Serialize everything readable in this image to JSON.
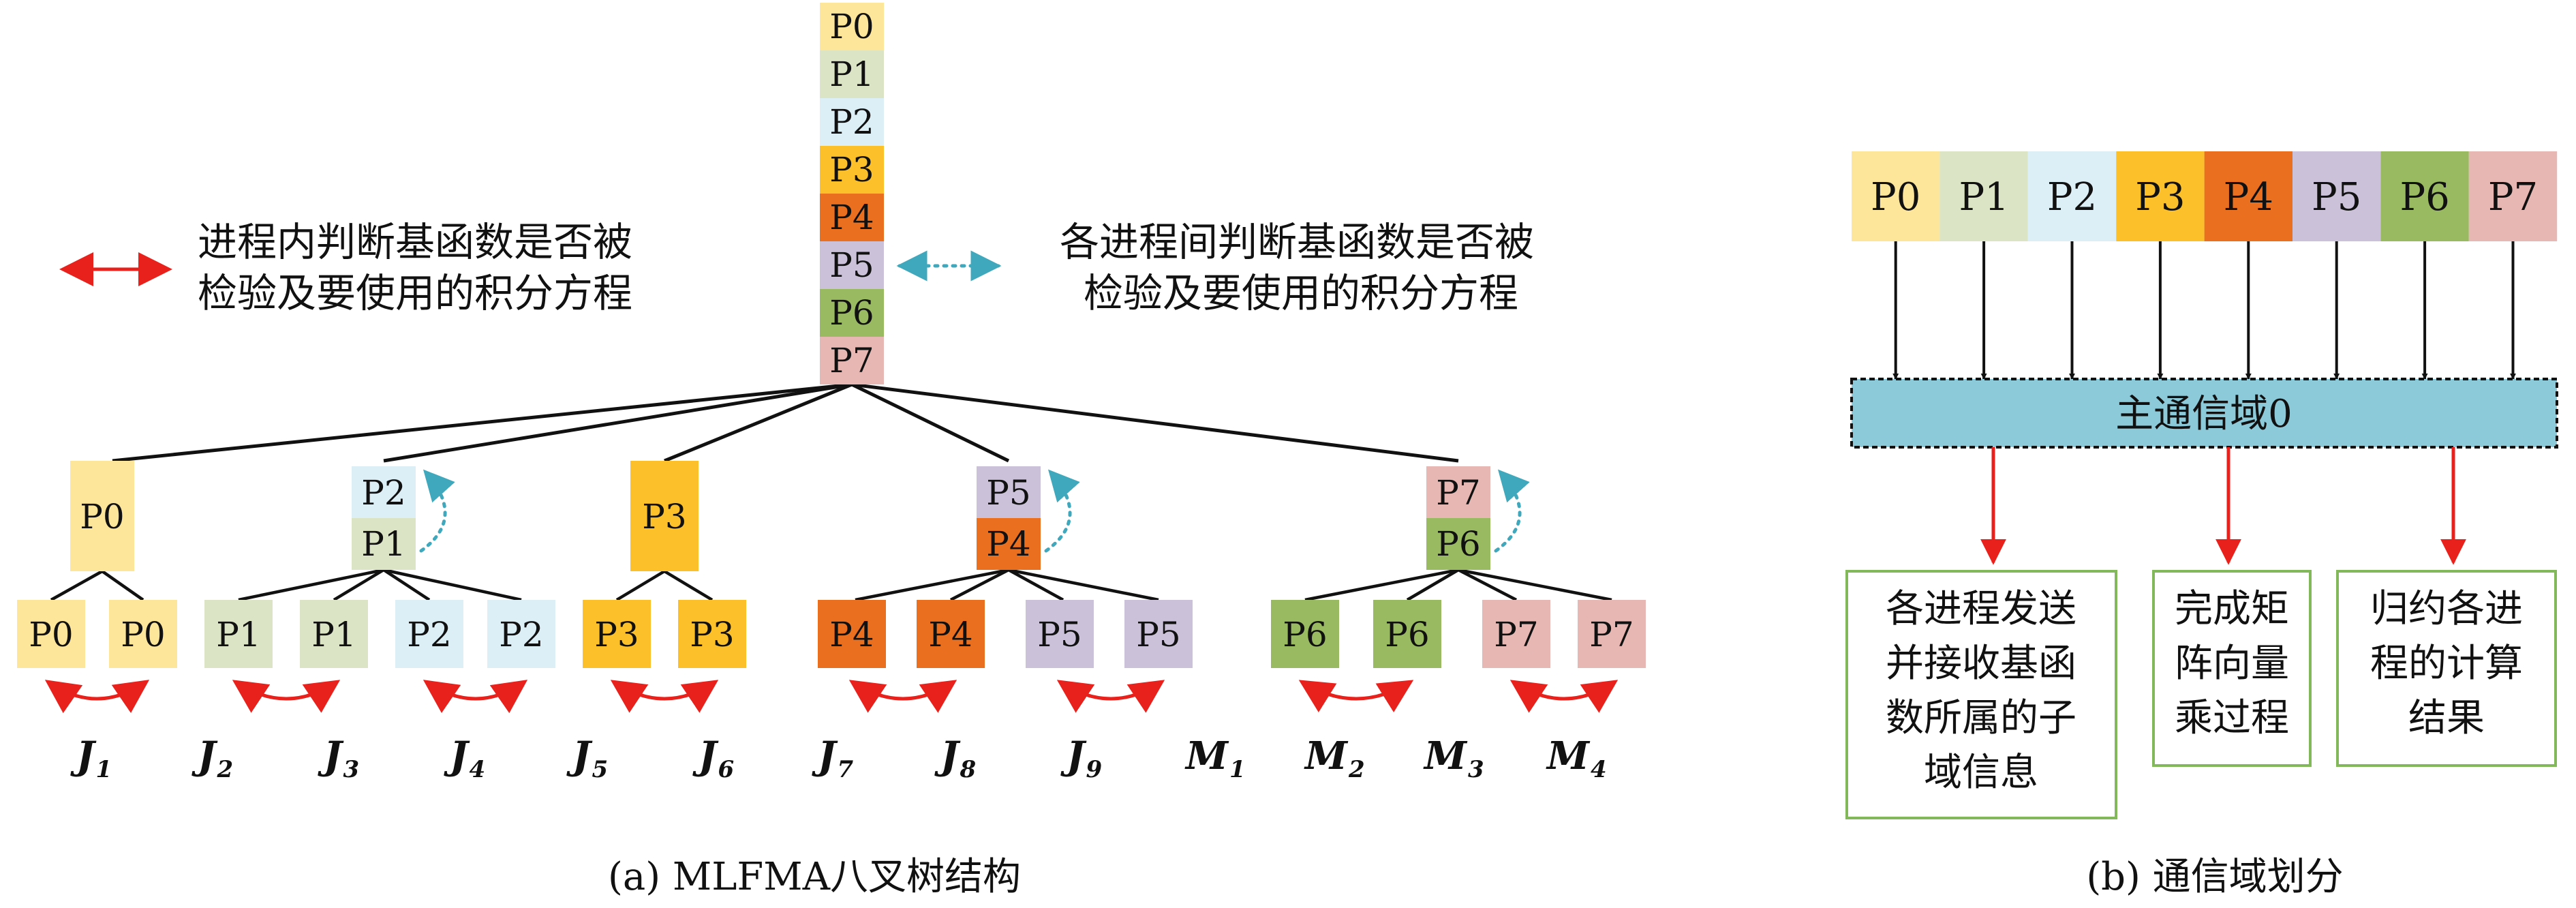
{
  "colors": {
    "P0": "#fde59a",
    "P1": "#dbe4c4",
    "P2": "#dceef6",
    "P3": "#fbc02a",
    "P4": "#ea7020",
    "P5": "#cbc2da",
    "P6": "#9aba61",
    "P7": "#e6b7b3",
    "red_arrow": "#e8211c",
    "teal_arrow": "#3fa8bc",
    "comm_domain_fill": "#8ccad9",
    "result_box_border": "#82b85a"
  },
  "legend": {
    "red_line1": "进程内判断基函数是否被",
    "red_line2": "检验及要使用的积分方程",
    "teal_line1": "各进程间判断基函数是否被",
    "teal_line2": "检验及要使用的积分方程"
  },
  "panel_a": {
    "caption": "(a) MLFMA八叉树结构",
    "root_stack": [
      "P0",
      "P1",
      "P2",
      "P3",
      "P4",
      "P5",
      "P6",
      "P7"
    ],
    "level2": [
      {
        "top": "P0"
      },
      {
        "top": "P2",
        "bottom": "P1"
      },
      {
        "top": "P3"
      },
      {
        "top": "P5",
        "bottom": "P4"
      },
      {
        "top": "P7",
        "bottom": "P6"
      }
    ],
    "leaves": [
      "P0",
      "P0",
      "P1",
      "P1",
      "P2",
      "P2",
      "P3",
      "P3",
      "P4",
      "P4",
      "P5",
      "P5",
      "P6",
      "P6",
      "P7",
      "P7"
    ],
    "leaf_labels": [
      {
        "main": "J",
        "sub": "1"
      },
      {
        "main": "J",
        "sub": "2"
      },
      {
        "main": "J",
        "sub": "3"
      },
      {
        "main": "J",
        "sub": "4"
      },
      {
        "main": "J",
        "sub": "5"
      },
      {
        "main": "J",
        "sub": "6"
      },
      {
        "main": "J",
        "sub": "7"
      },
      {
        "main": "J",
        "sub": "8"
      },
      {
        "main": "J",
        "sub": "9"
      },
      {
        "main": "M",
        "sub": "1"
      },
      {
        "main": "M",
        "sub": "2"
      },
      {
        "main": "M",
        "sub": "3"
      },
      {
        "main": "M",
        "sub": "4"
      }
    ]
  },
  "panel_b": {
    "caption": "(b) 通信域划分",
    "processes": [
      "P0",
      "P1",
      "P2",
      "P3",
      "P4",
      "P5",
      "P6",
      "P7"
    ],
    "domain_label": "主通信域0",
    "result_boxes": [
      [
        "各进程发送",
        "并接收基函",
        "数所属的子",
        "域信息"
      ],
      [
        "完成矩",
        "阵向量",
        "乘过程"
      ],
      [
        "归约各进",
        "程的计算",
        "结果"
      ]
    ]
  }
}
